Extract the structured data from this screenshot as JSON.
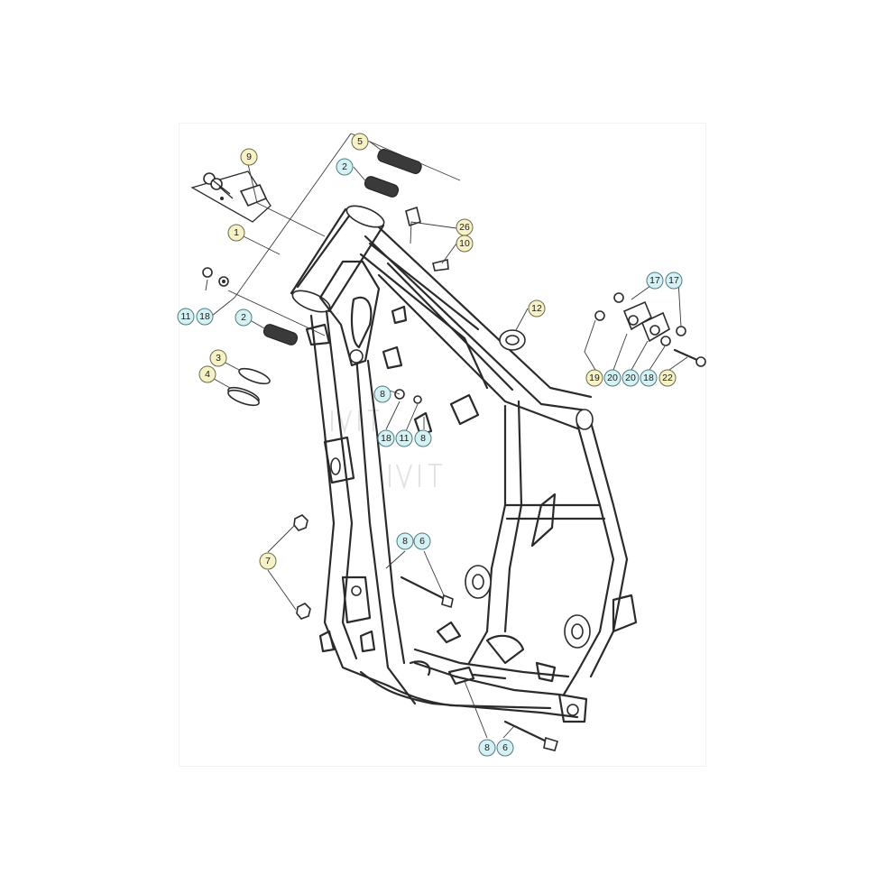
{
  "callouts": {
    "c1": "1",
    "c2a": "2",
    "c2b": "2",
    "c3": "3",
    "c4": "4",
    "c5": "5",
    "c6a": "6",
    "c6b": "6",
    "c7": "7",
    "c8a": "8",
    "c8b": "8",
    "c8c": "8",
    "c8d": "8",
    "c9": "9",
    "c10": "10",
    "c11a": "11",
    "c11b": "11",
    "c12": "12",
    "c17a": "17",
    "c17b": "17",
    "c18a": "18",
    "c18b": "18",
    "c18c": "18",
    "c19": "19",
    "c20a": "20",
    "c20b": "20",
    "c22": "22",
    "c26": "26"
  },
  "colors": {
    "callout_yellow": "#f7f1c6",
    "callout_cyan": "#d6f1f3",
    "line": "#2b2b2b"
  }
}
